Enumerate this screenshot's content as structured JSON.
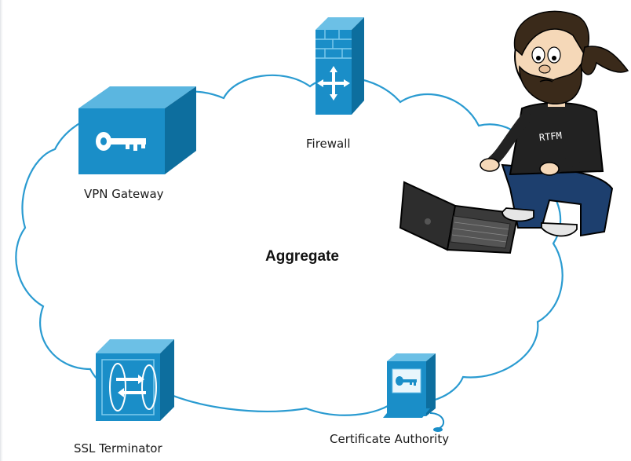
{
  "center_label": "Aggregate",
  "nodes": [
    {
      "id": "vpn",
      "label": "VPN Gateway",
      "icon": "key-box-icon"
    },
    {
      "id": "firewall",
      "label": "Firewall",
      "icon": "firewall-icon"
    },
    {
      "id": "ssl",
      "label": "SSL Terminator",
      "icon": "ssl-terminator-icon"
    },
    {
      "id": "ca",
      "label": "Certificate Authority",
      "icon": "certificate-server-icon"
    }
  ],
  "person": {
    "shirt_text": "RTFM"
  },
  "colors": {
    "cloud_stroke": "#2a9bd1",
    "device_blue": "#1a8ec8",
    "device_dark": "#0d6e9e",
    "shirt": "#222222",
    "jeans": "#1d3f6e"
  }
}
